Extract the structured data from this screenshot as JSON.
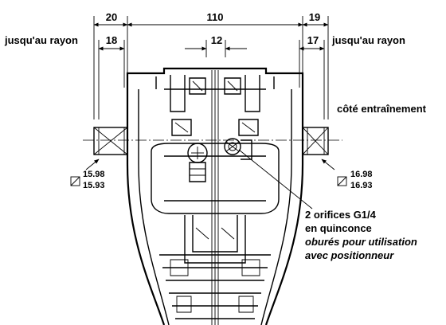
{
  "dimensions": {
    "top_left": "20",
    "top_center": "110",
    "top_right": "19",
    "second_left": "18",
    "second_center": "12",
    "second_right": "17"
  },
  "labels": {
    "radius_left": "jusqu'au rayon",
    "radius_right": "jusqu'au rayon",
    "drive_side": "côté entraînement",
    "left_square_upper": "15.98",
    "left_square_lower": "15.93",
    "right_square_upper": "16.98",
    "right_square_lower": "16.93",
    "ports_line1": "2 orifices G1/4",
    "ports_line2": "en quinconce",
    "ports_line3": "oburés pour utilisation",
    "ports_line4": "avec positionneur"
  },
  "icons": [
    "square-section-icon"
  ]
}
